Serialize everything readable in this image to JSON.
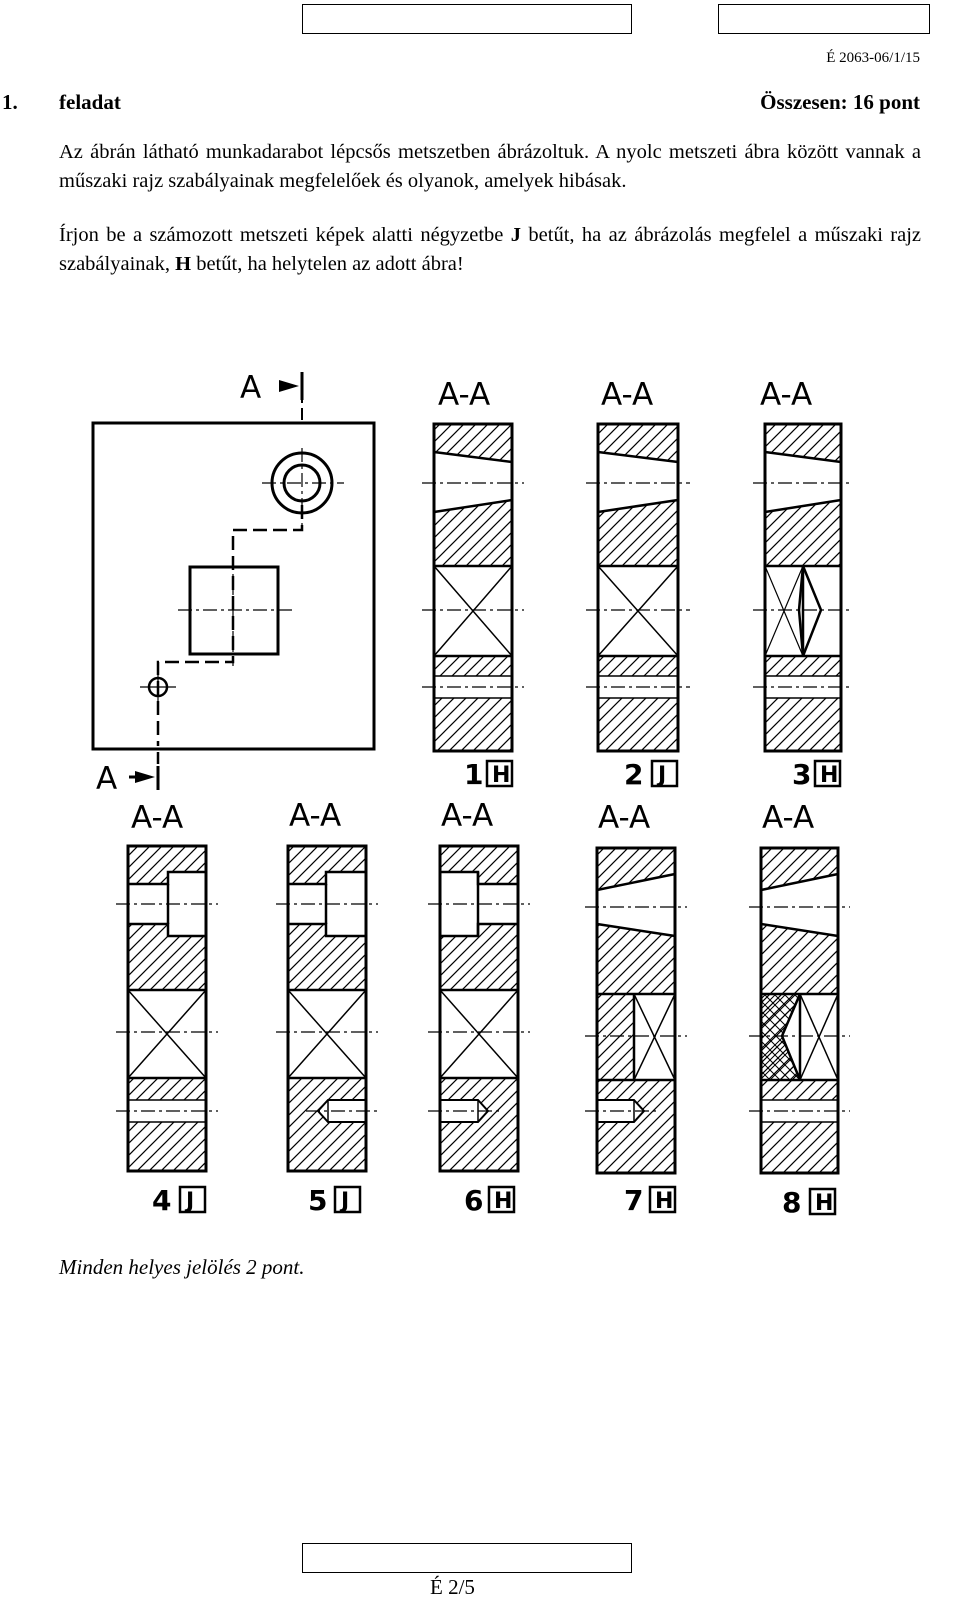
{
  "header": {
    "doc_code": "É 2063-06/1/15",
    "task_number": "1.",
    "task_label": "feladat",
    "total_points": "Összesen: 16 pont"
  },
  "instructions": {
    "paragraph1": "Az ábrán látható munkadarabot lépcsős metszetben ábrázoltuk. A nyolc metszeti ábra között vannak a műszaki rajz szabályainak megfelelőek és olyanok, amelyek hibásak.",
    "paragraph2_part1": "Írjon be a számozott metszeti képek alatti négyzetbe ",
    "letter_j": "J",
    "paragraph2_part2": " betűt, ha az ábrázolás megfelel a műszaki rajz szabályainak, ",
    "letter_h": "H",
    "paragraph2_part3": " betűt, ha helytelen az adott ábra!"
  },
  "drawing": {
    "plan_label_top": "A",
    "plan_label_bottom": "A",
    "section_label": "A-A",
    "sections": [
      {
        "number": "1",
        "answer": "H"
      },
      {
        "number": "2",
        "answer": "J"
      },
      {
        "number": "3",
        "answer": "H"
      },
      {
        "number": "4",
        "answer": "J"
      },
      {
        "number": "5",
        "answer": "J"
      },
      {
        "number": "6",
        "answer": "H"
      },
      {
        "number": "7",
        "answer": "H"
      },
      {
        "number": "8",
        "answer": "H"
      }
    ]
  },
  "footer": {
    "note": "Minden helyes jelölés 2 pont.",
    "page": "É 2/5"
  }
}
